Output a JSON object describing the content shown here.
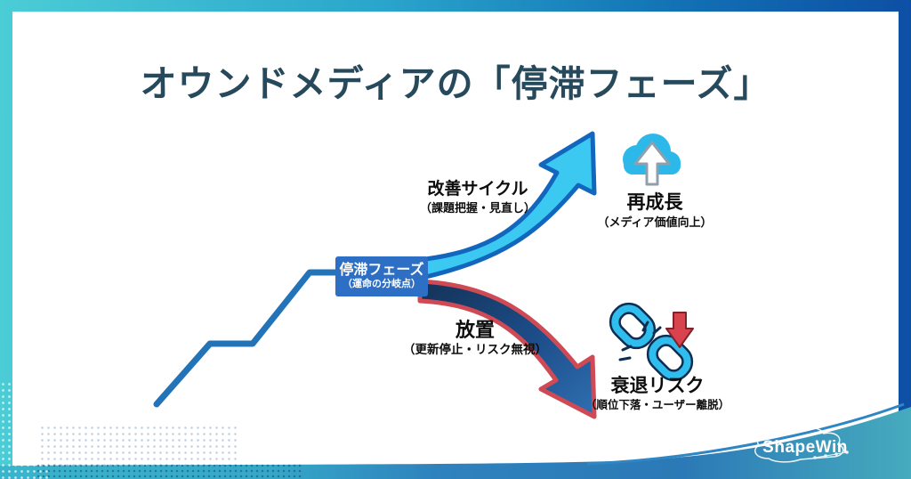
{
  "title": "オウンドメディアの「停滞フェーズ」",
  "nodes": {
    "stagnation": {
      "label": "停滞フェーズ",
      "note": "（運命の分岐点）"
    },
    "improve": {
      "label": "改善サイクル",
      "note": "（課題把握・見直し）"
    },
    "regrowth": {
      "label": "再成長",
      "note": "（メディア価値向上）"
    },
    "neglect": {
      "label": "放置",
      "note": "（更新停止・リスク無視）"
    },
    "decline": {
      "label": "衰退リスク",
      "note": "（順位下落・ユーザー離脱）"
    }
  },
  "branding": {
    "logo_text": "ShapeWin"
  },
  "icons": {
    "regrowth_icon": "cloud-upload-icon",
    "decline_icons": [
      "broken-chain-icon",
      "red-down-arrow-icon"
    ]
  },
  "colors": {
    "frame_teal": "#4bcdd6",
    "frame_blue": "#0d4fa5",
    "title_text": "#27495c",
    "growth_line": "#2273b8",
    "stagnation_box": "#2d6fc4",
    "arrow_up_fill": "#3cc9f1",
    "arrow_up_outline": "#1266bd",
    "arrow_down_fill_dark": "#143257",
    "arrow_down_fill_light": "#2f6fb2",
    "arrow_down_outline": "#cf4a54",
    "icon_blue": "#2cb9ea",
    "icon_red": "#d8434d"
  }
}
